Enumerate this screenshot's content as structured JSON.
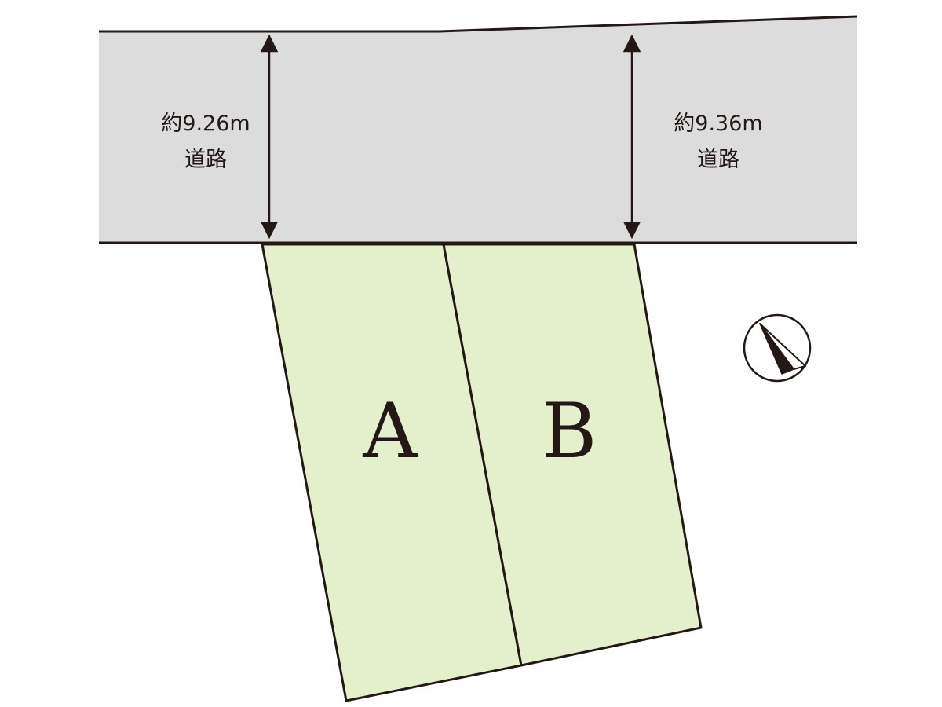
{
  "road": {
    "width_left_label": "約9.26m",
    "name_left_label": "道路",
    "width_right_label": "約9.36m",
    "name_right_label": "道路",
    "fill_color": "#dcdcdd"
  },
  "lots": [
    {
      "label": "A",
      "fill_color": "#e4efcb"
    },
    {
      "label": "B",
      "fill_color": "#e4efcb"
    }
  ],
  "compass": {
    "icon": "north-arrow-icon"
  },
  "line_color": "#231815"
}
